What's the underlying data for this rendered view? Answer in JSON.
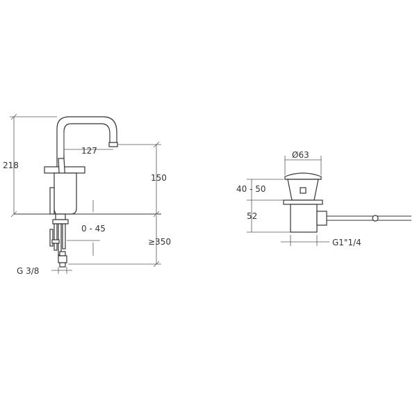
{
  "faucet": {
    "height_total": "218",
    "reach": "127",
    "spout_height": "150",
    "deck_thickness": "0 - 45",
    "hose_length": "≥350",
    "thread": "G 3/8"
  },
  "drain": {
    "diameter": "Ø63",
    "range": "40 - 50",
    "depth": "52",
    "thread": "G1\"1/4"
  },
  "colors": {
    "line": "#333333",
    "background": "#ffffff"
  }
}
